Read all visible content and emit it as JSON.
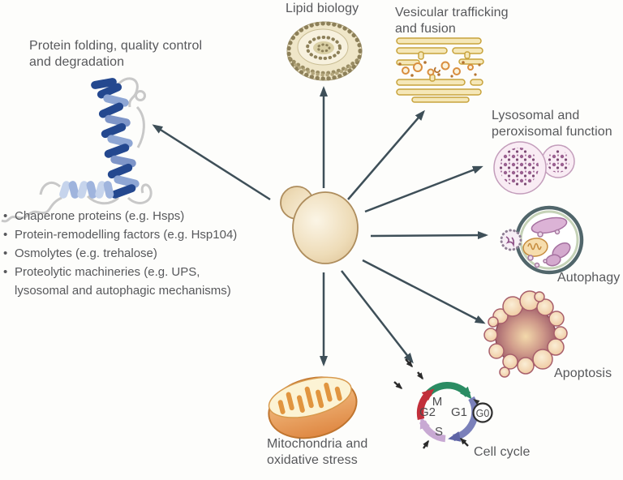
{
  "title_labels": {
    "protein_folding_1": "Protein folding, quality control",
    "protein_folding_2": "and degradation",
    "lipid_biology": "Lipid biology",
    "vesicular_1": "Vesicular trafficking",
    "vesicular_2": "and fusion",
    "lysosomal_1": "Lysosomal and",
    "lysosomal_2": "peroxisomal function",
    "autophagy": "Autophagy",
    "apoptosis": "Apoptosis",
    "cell_cycle": "Cell cycle",
    "mitochondria_1": "Mitochondria and",
    "mitochondria_2": "oxidative stress"
  },
  "bullets": [
    "Chaperone proteins (e.g. Hsps)",
    "Protein-remodelling factors (e.g. Hsp104)",
    "Osmolytes (e.g. trehalose)",
    "Proteolytic machineries (e.g. UPS, lysosomal and autophagic mechanisms)"
  ],
  "cell_cycle_phases": {
    "m": "M",
    "g1": "G1",
    "s": "S",
    "g2": "G2",
    "g0": "G0"
  },
  "icons": {
    "center": "budding-yeast-cell-icon",
    "lipid": "liposome-icon",
    "vesicular": "golgi-stack-icon",
    "lysosomal": "lysosome-peroxisome-icon",
    "autophagy": "autophagic-vacuole-icon",
    "apoptosis": "blebbing-cell-icon",
    "cell_cycle": "cell-cycle-wheel-icon",
    "mitochondria": "mitochondrion-icon",
    "protein": "protein-ribbon-icon"
  },
  "colors": {
    "text": "#57585b",
    "arrow": "#3e4f58",
    "yeast_cell": "#e8d5ac",
    "phase_m": "#2b8c63",
    "phase_g1": "#7a80ba",
    "phase_s": "#c8a9d3",
    "phase_g2": "#c22f3a",
    "lysosome_fill": "#f9ecf4",
    "apoptosis_edge": "#9a5666",
    "mitochondrion": "#e99a52"
  }
}
